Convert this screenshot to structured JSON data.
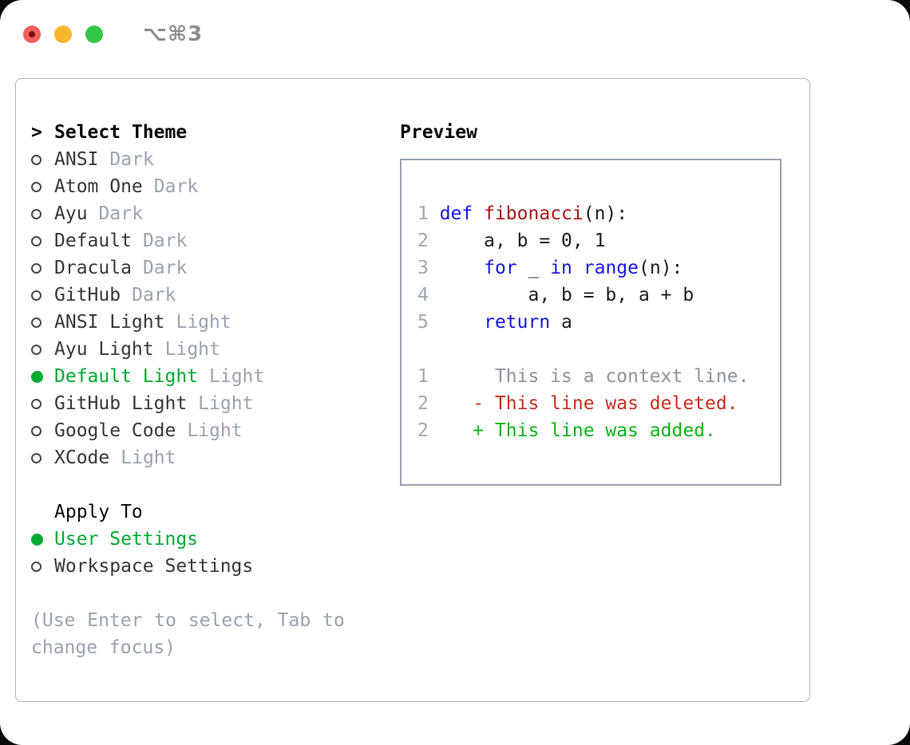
{
  "window": {
    "title": "⌥⌘3"
  },
  "colors": {
    "traffic_red": "#f2605a",
    "traffic_red_dot": "#7c1012",
    "traffic_yellow": "#f8b52e",
    "traffic_green": "#34c749",
    "title_gray": "#8d8d92",
    "panel_border": "#a9b1bb",
    "preview_border": "#99a1ac",
    "accent_green": "#00ab32",
    "item_text": "#35383d",
    "tag_gray": "#9aa4b1",
    "help_gray": "#9aa3b0",
    "radio_ring": "#45484e",
    "line_number": "#a0aab6",
    "code_plain": "#1c1e21",
    "kw_blue": "#1717e6",
    "fn_red": "#a81616",
    "ctx_gray": "#8e959d",
    "del_red": "#c8301e",
    "add_green": "#0cb517"
  },
  "theme_panel": {
    "header_cursor": ">",
    "header": "Select Theme",
    "items": [
      {
        "name": "ANSI",
        "tag": "Dark",
        "selected": false
      },
      {
        "name": "Atom One",
        "tag": "Dark",
        "selected": false
      },
      {
        "name": "Ayu",
        "tag": "Dark",
        "selected": false
      },
      {
        "name": "Default",
        "tag": "Dark",
        "selected": false
      },
      {
        "name": "Dracula",
        "tag": "Dark",
        "selected": false
      },
      {
        "name": "GitHub",
        "tag": "Dark",
        "selected": false
      },
      {
        "name": "ANSI Light",
        "tag": "Light",
        "selected": false
      },
      {
        "name": "Ayu Light",
        "tag": "Light",
        "selected": false
      },
      {
        "name": "Default Light",
        "tag": "Light",
        "selected": true
      },
      {
        "name": "GitHub Light",
        "tag": "Light",
        "selected": false
      },
      {
        "name": "Google Code",
        "tag": "Light",
        "selected": false
      },
      {
        "name": "XCode",
        "tag": "Light",
        "selected": false
      }
    ],
    "apply_to": {
      "header": "Apply To",
      "options": [
        {
          "label": "User Settings",
          "selected": true
        },
        {
          "label": "Workspace Settings",
          "selected": false
        }
      ]
    },
    "help_text": "(Use Enter to select, Tab to change focus)"
  },
  "preview": {
    "header": "Preview",
    "code_lines": [
      {
        "number": "1",
        "tokens": [
          [
            "kw",
            "def"
          ],
          [
            "pl",
            " "
          ],
          [
            "fn",
            "fibonacci"
          ],
          [
            "pl",
            "(n):"
          ]
        ]
      },
      {
        "number": "2",
        "tokens": [
          [
            "pl",
            "    a, b = 0, 1"
          ]
        ]
      },
      {
        "number": "3",
        "tokens": [
          [
            "pl",
            "    "
          ],
          [
            "kw",
            "for"
          ],
          [
            "pl",
            " _ "
          ],
          [
            "kw",
            "in"
          ],
          [
            "pl",
            " "
          ],
          [
            "kw",
            "range"
          ],
          [
            "pl",
            "(n):"
          ]
        ]
      },
      {
        "number": "4",
        "tokens": [
          [
            "pl",
            "        a, b = b, a + b"
          ]
        ]
      },
      {
        "number": "5",
        "tokens": [
          [
            "pl",
            "    "
          ],
          [
            "kw",
            "return"
          ],
          [
            "pl",
            " a"
          ]
        ]
      }
    ],
    "diff_lines": [
      {
        "number": "1",
        "tokens": [
          [
            "ctx",
            "     This is a context line."
          ]
        ]
      },
      {
        "number": "2",
        "tokens": [
          [
            "del",
            "   - This line was deleted."
          ]
        ]
      },
      {
        "number": "2",
        "tokens": [
          [
            "add",
            "   + This line was added."
          ]
        ]
      }
    ]
  }
}
